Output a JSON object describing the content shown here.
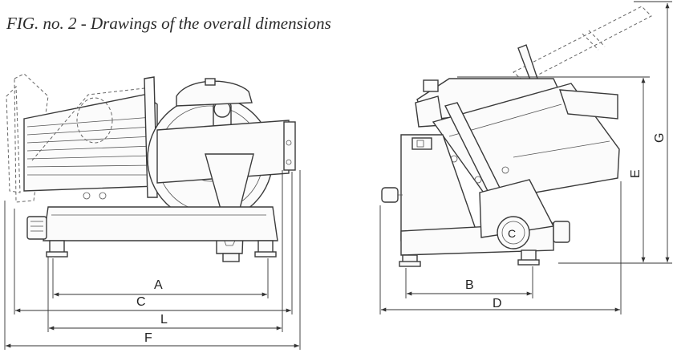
{
  "caption": "FIG. no. 2 - Drawings of the overall dimensions",
  "dimensions": {
    "a": "A",
    "b": "B",
    "c": "C",
    "d": "D",
    "e": "E",
    "f": "F",
    "g": "G",
    "l": "L"
  }
}
